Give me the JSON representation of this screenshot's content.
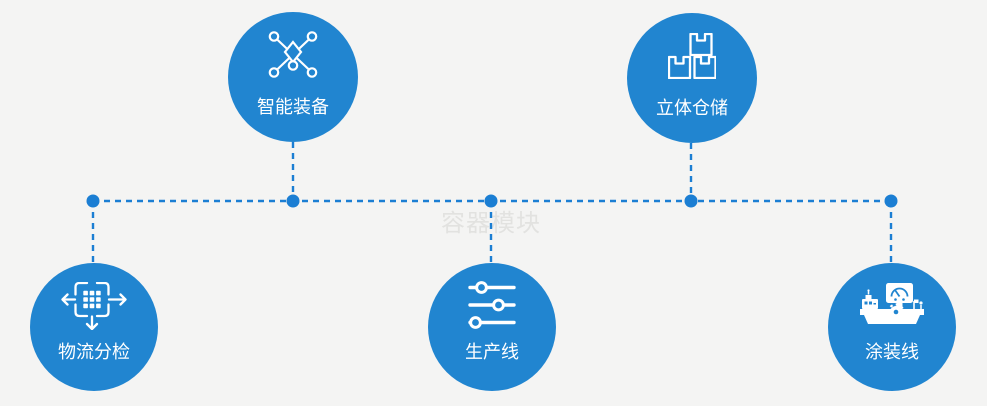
{
  "page": {
    "watermark": "容器模块"
  },
  "colors": {
    "node_fill": "#2185d0",
    "connector": "#1b7ed3",
    "label": "#ffffff",
    "watermark": "#e2e2e0",
    "bg": "#f4f4f3"
  },
  "nodes": [
    {
      "label": "智能装备",
      "icon": "network-nodes-icon",
      "position": "top-left"
    },
    {
      "label": "立体仓储",
      "icon": "stacked-boxes-icon",
      "position": "top-right"
    },
    {
      "label": "物流分检",
      "icon": "sorting-arrows-icon",
      "position": "bottom-left"
    },
    {
      "label": "生产线",
      "icon": "sliders-icon",
      "position": "bottom-center"
    },
    {
      "label": "涂装线",
      "icon": "painting-machine-icon",
      "position": "bottom-right"
    }
  ]
}
